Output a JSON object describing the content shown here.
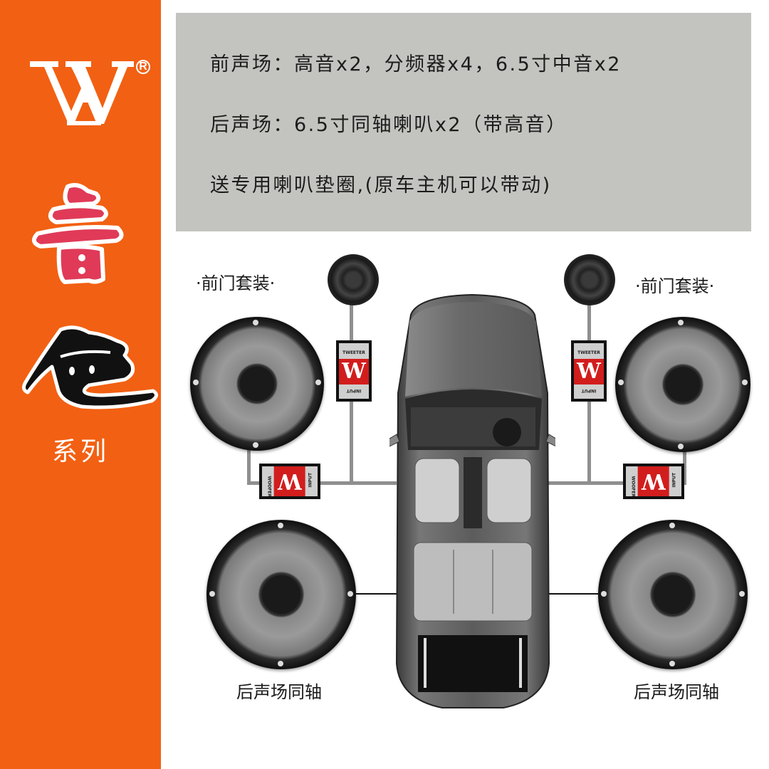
{
  "brand": {
    "logo_text": "W",
    "registered_mark": "R",
    "title_char_1": "音",
    "title_char_2": "色",
    "series_label": "系列",
    "strip_color": "#f26013",
    "title_char_1_color": "#e03a58",
    "title_char_2_color": "#111111"
  },
  "info": {
    "background": "#c3c4c0",
    "lines": [
      "前声场：高音x2，分频器x4，6.5寸中音x2",
      "后声场：6.5寸同轴喇叭x2（带高音）",
      "送专用喇叭垫圈,(原车主机可以带动)"
    ]
  },
  "diagram": {
    "front_left_label": "·前门套装·",
    "front_right_label": "·前门套装·",
    "rear_left_label": "后声场同轴",
    "rear_right_label": "后声场同轴",
    "crossover_tweeter": {
      "top_text": "TWEETER",
      "bottom_text": "INPUT",
      "logo": "W"
    },
    "crossover_woofer": {
      "left_text": "WOOFER",
      "right_text": "INPUT",
      "logo": "W"
    },
    "crossover_accent": "#d21d1d"
  }
}
